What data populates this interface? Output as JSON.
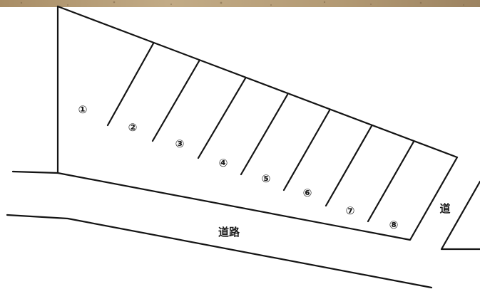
{
  "parking_spaces": [
    {
      "number": "①"
    },
    {
      "number": "②"
    },
    {
      "number": "③"
    },
    {
      "number": "④"
    },
    {
      "number": "⑤"
    },
    {
      "number": "⑥"
    },
    {
      "number": "⑦"
    },
    {
      "number": "⑧"
    }
  ],
  "labels": {
    "main_road": "道路",
    "side_road": "道"
  },
  "colors": {
    "ink": "#141414",
    "background": "#ffffff",
    "ground_texture": "#b8a07a"
  }
}
